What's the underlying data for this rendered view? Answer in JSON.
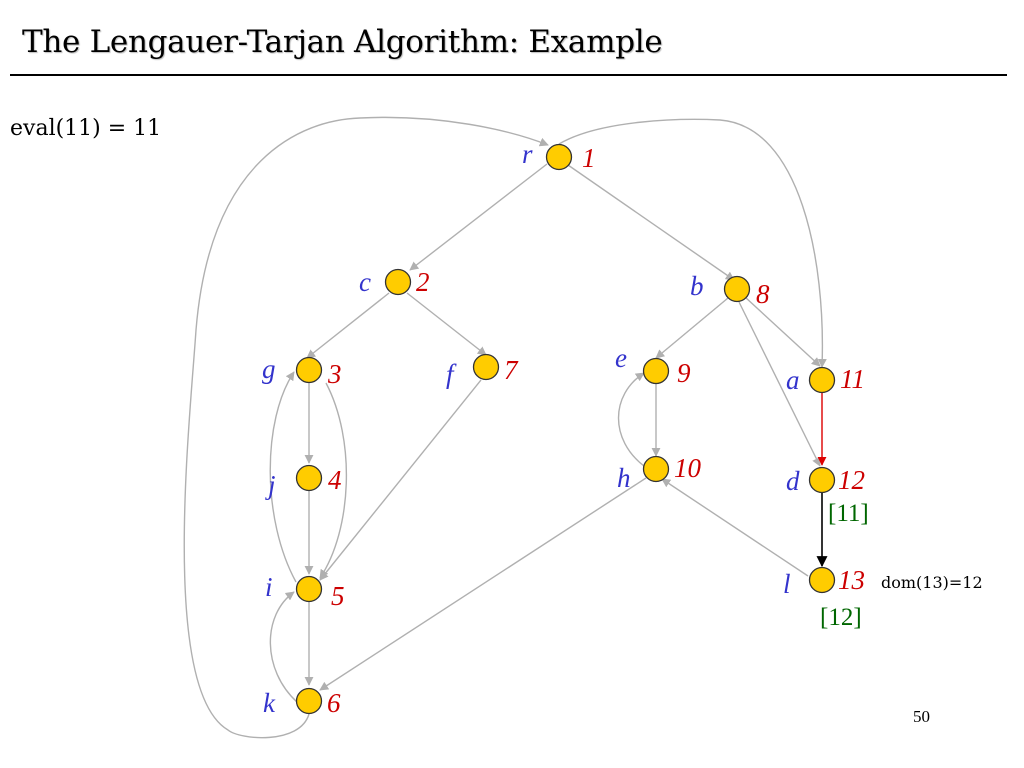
{
  "title": "The Lengauer-Tarjan Algorithm:  Example",
  "eval_text": "eval(11) = 11",
  "page_number": "50",
  "colors": {
    "node_fill": "#ffcc00",
    "letter": "#3333cc",
    "number": "#cc0000",
    "edge": "#b0b0b0",
    "highlight_edge": "#dd0000",
    "bracket": "#006600",
    "black_edge": "#000000"
  },
  "nodes": [
    {
      "id": "r",
      "letter": "r",
      "num": "1"
    },
    {
      "id": "c",
      "letter": "c",
      "num": "2"
    },
    {
      "id": "b",
      "letter": "b",
      "num": "8"
    },
    {
      "id": "g",
      "letter": "g",
      "num": "3"
    },
    {
      "id": "f",
      "letter": "f",
      "num": "7"
    },
    {
      "id": "e",
      "letter": "e",
      "num": "9"
    },
    {
      "id": "a",
      "letter": "a",
      "num": "11"
    },
    {
      "id": "j",
      "letter": "j",
      "num": "4"
    },
    {
      "id": "h",
      "letter": "h",
      "num": "10"
    },
    {
      "id": "d",
      "letter": "d",
      "num": "12"
    },
    {
      "id": "i",
      "letter": "i",
      "num": "5"
    },
    {
      "id": "l",
      "letter": "l",
      "num": "13"
    },
    {
      "id": "k",
      "letter": "k",
      "num": "6"
    }
  ],
  "edges": [
    {
      "from": "r",
      "to": "c",
      "style": "gray"
    },
    {
      "from": "r",
      "to": "b",
      "style": "gray"
    },
    {
      "from": "r",
      "to": "a",
      "style": "gray"
    },
    {
      "from": "c",
      "to": "g",
      "style": "gray"
    },
    {
      "from": "c",
      "to": "f",
      "style": "gray"
    },
    {
      "from": "b",
      "to": "e",
      "style": "gray"
    },
    {
      "from": "b",
      "to": "a",
      "style": "gray"
    },
    {
      "from": "b",
      "to": "d",
      "style": "gray"
    },
    {
      "from": "g",
      "to": "j",
      "style": "gray"
    },
    {
      "from": "g",
      "to": "i",
      "style": "gray"
    },
    {
      "from": "j",
      "to": "i",
      "style": "gray"
    },
    {
      "from": "i",
      "to": "g",
      "style": "gray"
    },
    {
      "from": "f",
      "to": "i",
      "style": "gray"
    },
    {
      "from": "i",
      "to": "k",
      "style": "gray"
    },
    {
      "from": "k",
      "to": "i",
      "style": "gray"
    },
    {
      "from": "k",
      "to": "r",
      "style": "gray"
    },
    {
      "from": "e",
      "to": "h",
      "style": "gray"
    },
    {
      "from": "h",
      "to": "e",
      "style": "gray"
    },
    {
      "from": "h",
      "to": "k",
      "style": "gray"
    },
    {
      "from": "l",
      "to": "h",
      "style": "gray"
    },
    {
      "from": "a",
      "to": "d",
      "style": "red"
    },
    {
      "from": "d",
      "to": "l",
      "style": "black"
    }
  ],
  "annotations": {
    "d_bracket": "[11]",
    "l_bracket": "[12]",
    "dom_note": "dom(13)=12"
  }
}
